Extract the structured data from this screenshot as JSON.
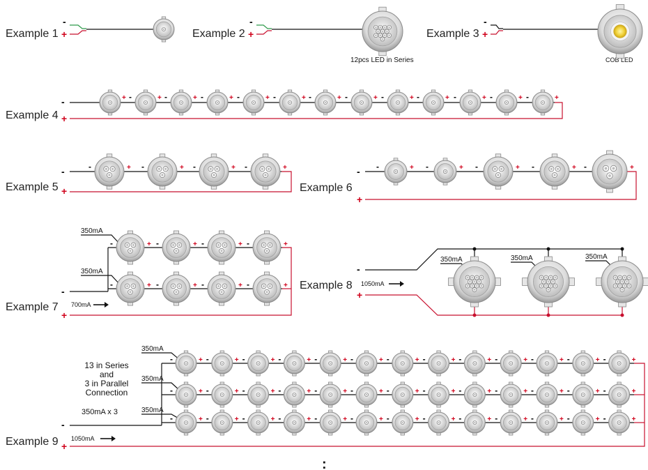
{
  "labels": {
    "ex1": "Example 1",
    "ex2": "Example 2",
    "ex3": "Example 3",
    "ex4": "Example 4",
    "ex5": "Example 5",
    "ex6": "Example 6",
    "ex7": "Example 7",
    "ex8": "Example 8",
    "ex9": "Example 9"
  },
  "captions": {
    "ex2_caption": "12pcs LED in Series",
    "ex3_caption": "COB LED",
    "ex9_desc_line1": "13 in Series",
    "ex9_desc_line2": "and",
    "ex9_desc_line3": "3 in Parallel",
    "ex9_desc_line4": "Connection",
    "ex9_current_each": "350mA x 3",
    "bottom_mark": ":"
  },
  "currents": {
    "branch": "350mA",
    "ex7_total": "700mA",
    "ex8_total": "1050mA",
    "ex9_total": "1050mA"
  },
  "symbols": {
    "minus": "-",
    "plus": "+"
  },
  "colors": {
    "negative_wire": "#111111",
    "positive_wire": "#c8102e",
    "plus_sign": "#d0021b",
    "ex1_wire_green": "#2e9a4a"
  },
  "icons": {
    "led": "led-downlight-icon",
    "cob": "cob-led-icon",
    "arrow": "arrow-right-icon"
  }
}
